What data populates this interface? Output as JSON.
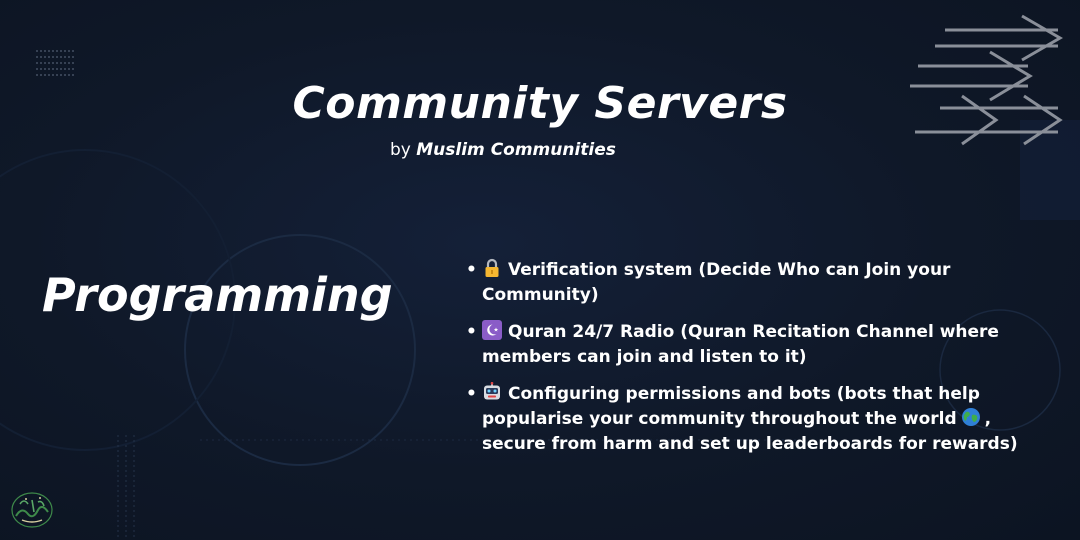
{
  "slide": {
    "title": "Community Servers",
    "byline_prefix": "by",
    "byline_org": "Muslim Communities",
    "section_heading": "Programming"
  },
  "features": [
    {
      "icon": "lock-icon",
      "text": "Verification system (Decide Who can Join your Community)"
    },
    {
      "icon": "crescent-star-icon",
      "text": "Quran 24/7 Radio (Quran Recitation Channel where members can join and listen to it)"
    },
    {
      "icon": "robot-icon",
      "text_before_globe": "Configuring permissions and bots (bots that help popularise your community throughout the world",
      "globe_icon": "globe-icon",
      "text_after_globe": ", secure from harm and set up leaderboards for rewards)"
    }
  ],
  "colors": {
    "background": "#0f1828",
    "text": "#ffffff",
    "arrows": "#8a8f99",
    "logo": "#3e8a4a"
  }
}
